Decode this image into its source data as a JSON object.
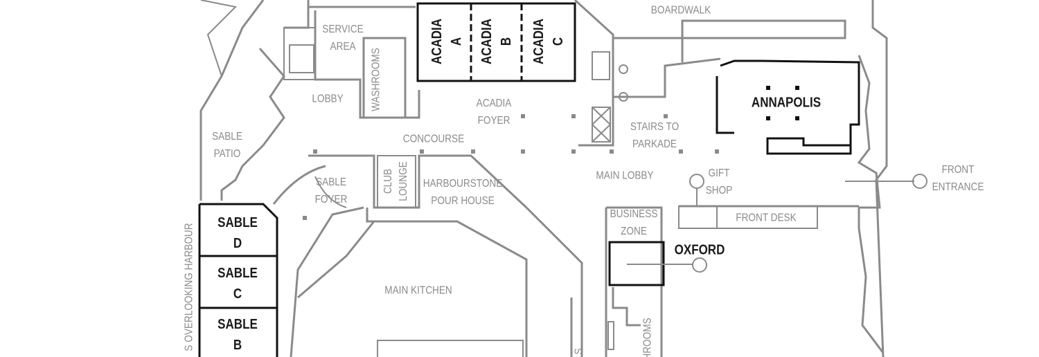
{
  "title": "Floor plan",
  "rooms": {
    "boardwalk": "BOARDWALK",
    "service_area": [
      "SERVICE",
      "AREA"
    ],
    "acadia_a": [
      "ACADIA",
      "A"
    ],
    "acadia_b": [
      "ACADIA",
      "B"
    ],
    "acadia_c": [
      "ACADIA",
      "C"
    ],
    "lobby": "LOBBY",
    "washrooms_top": "WASHROOMS",
    "acadia_foyer": [
      "ACADIA",
      "FOYER"
    ],
    "concourse": "CONCOURSE",
    "sable_patio": [
      "SABLE",
      "PATIO"
    ],
    "stairs_to_parkade": [
      "STAIRS TO",
      "PARKADE"
    ],
    "annapolis": "ANNAPOLIS",
    "main_lobby": "MAIN LOBBY",
    "gift_shop": [
      "GIFT",
      "SHOP"
    ],
    "front_entrance": [
      "FRONT",
      "ENTRANCE"
    ],
    "sable_foyer": [
      "SABLE",
      "FOYER"
    ],
    "club_lounge": [
      "CLUB",
      "LOUNGE"
    ],
    "harbourstone": [
      "HARBOURSTONE",
      "POUR HOUSE"
    ],
    "business_zone": [
      "BUSINESS",
      "ZONE"
    ],
    "front_desk": "FRONT DESK",
    "oxford": "OXFORD",
    "main_kitchen": "MAIN KITCHEN",
    "sable_d": [
      "SABLE",
      "D"
    ],
    "sable_c": [
      "SABLE",
      "C"
    ],
    "sable_b": [
      "SABLE",
      "B"
    ],
    "overlooking_harbour": "S OVERLOOKING HARBOUR",
    "washrooms_bottom": "HROOMS",
    "stairs_partial": "S"
  }
}
